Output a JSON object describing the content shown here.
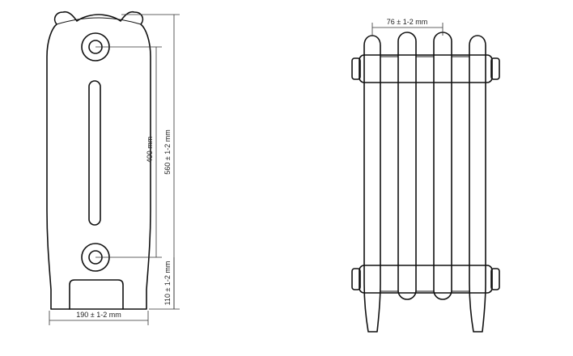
{
  "colors": {
    "line": "#111111",
    "dimension": "#333333",
    "background": "#ffffff"
  },
  "dimensions": {
    "section_depth": "190 ± 1-2 mm",
    "height_total": "560 ± 1-2 mm",
    "center_distance": "400 mm",
    "foot_height": "110 ± 1-2 mm",
    "section_pitch": "76 ± 1-2 mm"
  }
}
